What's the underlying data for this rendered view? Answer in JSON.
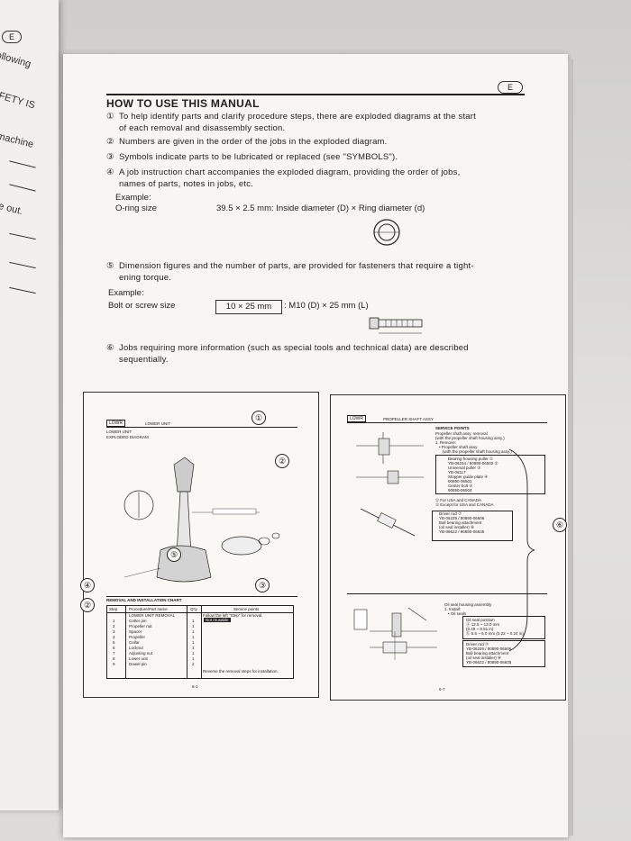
{
  "left_page": {
    "mark": "E",
    "fragments": [
      "following",
      "FETY IS",
      "machine",
      "e out."
    ]
  },
  "page": {
    "mark": "E",
    "heading": "HOW TO USE THIS MANUAL",
    "items": [
      {
        "num": "①",
        "line1": "To help identify parts and clarify procedure steps, there are exploded diagrams at the start",
        "line2": "of each removal and disassembly section."
      },
      {
        "num": "②",
        "line1": "Numbers are given in the order of the jobs in the exploded diagram.",
        "line2": ""
      },
      {
        "num": "③",
        "line1": "Symbols indicate parts to be lubricated or replaced (see \"SYMBOLS\").",
        "line2": ""
      },
      {
        "num": "④",
        "line1": "A job instruction chart accompanies the exploded diagram, providing the order of jobs,",
        "line2": "names of parts, notes in jobs, etc."
      },
      {
        "num": "⑤",
        "line1": "Dimension figures and the number of parts, are provided for fasteners that require a tight-",
        "line2": "ening torque."
      },
      {
        "num": "⑥",
        "line1": "Jobs requiring more information (such as special tools and technical data) are described",
        "line2": "sequentially."
      }
    ],
    "example1": {
      "label": "Example:",
      "name": "O-ring size",
      "value": "39.5 × 2.5 mm: Inside diameter (D) × Ring diameter (d)"
    },
    "example2": {
      "label": "Example:",
      "name": "Bolt or screw size",
      "box": "10 × 25 mm",
      "value": ": M10 (D) × 25 mm (L)"
    }
  },
  "diagram_left": {
    "tag": "LOWR",
    "header": "LOWER UNIT",
    "title1": "LOWER UNIT",
    "title2": "EXPLODED DIAGRAM",
    "chart_title": "REMOVAL AND INSTALLATION CHART",
    "columns": [
      "Step",
      "Procedure/Part name",
      "Q'ty",
      "Service points"
    ],
    "section": "LOWER UNIT REMOVAL",
    "section_note": "Follow the left \"Step\" for removal.",
    "rows": [
      {
        "step": "1",
        "part": "Cotter pin",
        "qty": "1",
        "note": "Not reusable"
      },
      {
        "step": "2",
        "part": "Propeller nut",
        "qty": "1",
        "note": ""
      },
      {
        "step": "3",
        "part": "Spacer",
        "qty": "1",
        "note": ""
      },
      {
        "step": "4",
        "part": "Propeller",
        "qty": "1",
        "note": ""
      },
      {
        "step": "5",
        "part": "Collar",
        "qty": "1",
        "note": ""
      },
      {
        "step": "6",
        "part": "Locknut",
        "qty": "1",
        "note": ""
      },
      {
        "step": "7",
        "part": "Adjusting nut",
        "qty": "1",
        "note": ""
      },
      {
        "step": "8",
        "part": "Lower unit",
        "qty": "1",
        "note": ""
      },
      {
        "step": "9",
        "part": "Dowel pin",
        "qty": "2",
        "note": ""
      }
    ],
    "footer_note": "Reverse the removal steps for installation.",
    "page_no": "6-1",
    "callouts": [
      "①",
      "②",
      "③",
      "④",
      "⑤",
      "②"
    ]
  },
  "diagram_right": {
    "tag": "LOWR",
    "header": "PROPELLER SHAFT ASSY",
    "service_title": "SERVICE POINTS",
    "service_lines": [
      "Propeller shaft assy. removal",
      "(with the propeller shaft housing assy.)",
      "1. Remove:",
      "• Propeller shaft assy.",
      "(with the propeller shaft housing assy.)",
      "Bearing housing puller ①",
      "YB-06234 / 90890-06502 ②",
      "Universal puller ③",
      "YB-06117",
      "Stopper guide plate ④",
      "90890-06501",
      "Center bolt ⑤",
      "90890-06504",
      "① For USA and CANADA",
      "② Except for USA and CANADA",
      "Driver rod ⑦",
      "YB-06229 / 90890-06606",
      "Ball bearing attachment",
      "(oil seal installer) ⑧",
      "YB-06622 / 90890-06635"
    ],
    "lower_lines": [
      "Oil seal housing assembly",
      "1. Install:",
      "• Oil seals",
      "Oil seal position",
      "ⓐ 12.5 ~ 13.0 mm",
      "(0.49 ~ 0.51 in)",
      "ⓑ 5.5 ~ 6.0 mm (0.22 ~ 0.24 in)",
      "Driver rod ⑦",
      "YB-06229 / 90890-06606",
      "Ball bearing attachment",
      "(oil seal installer) ⑧",
      "YB-06622 / 90890-06635"
    ],
    "page_no": "6-7",
    "callout": "⑥"
  }
}
